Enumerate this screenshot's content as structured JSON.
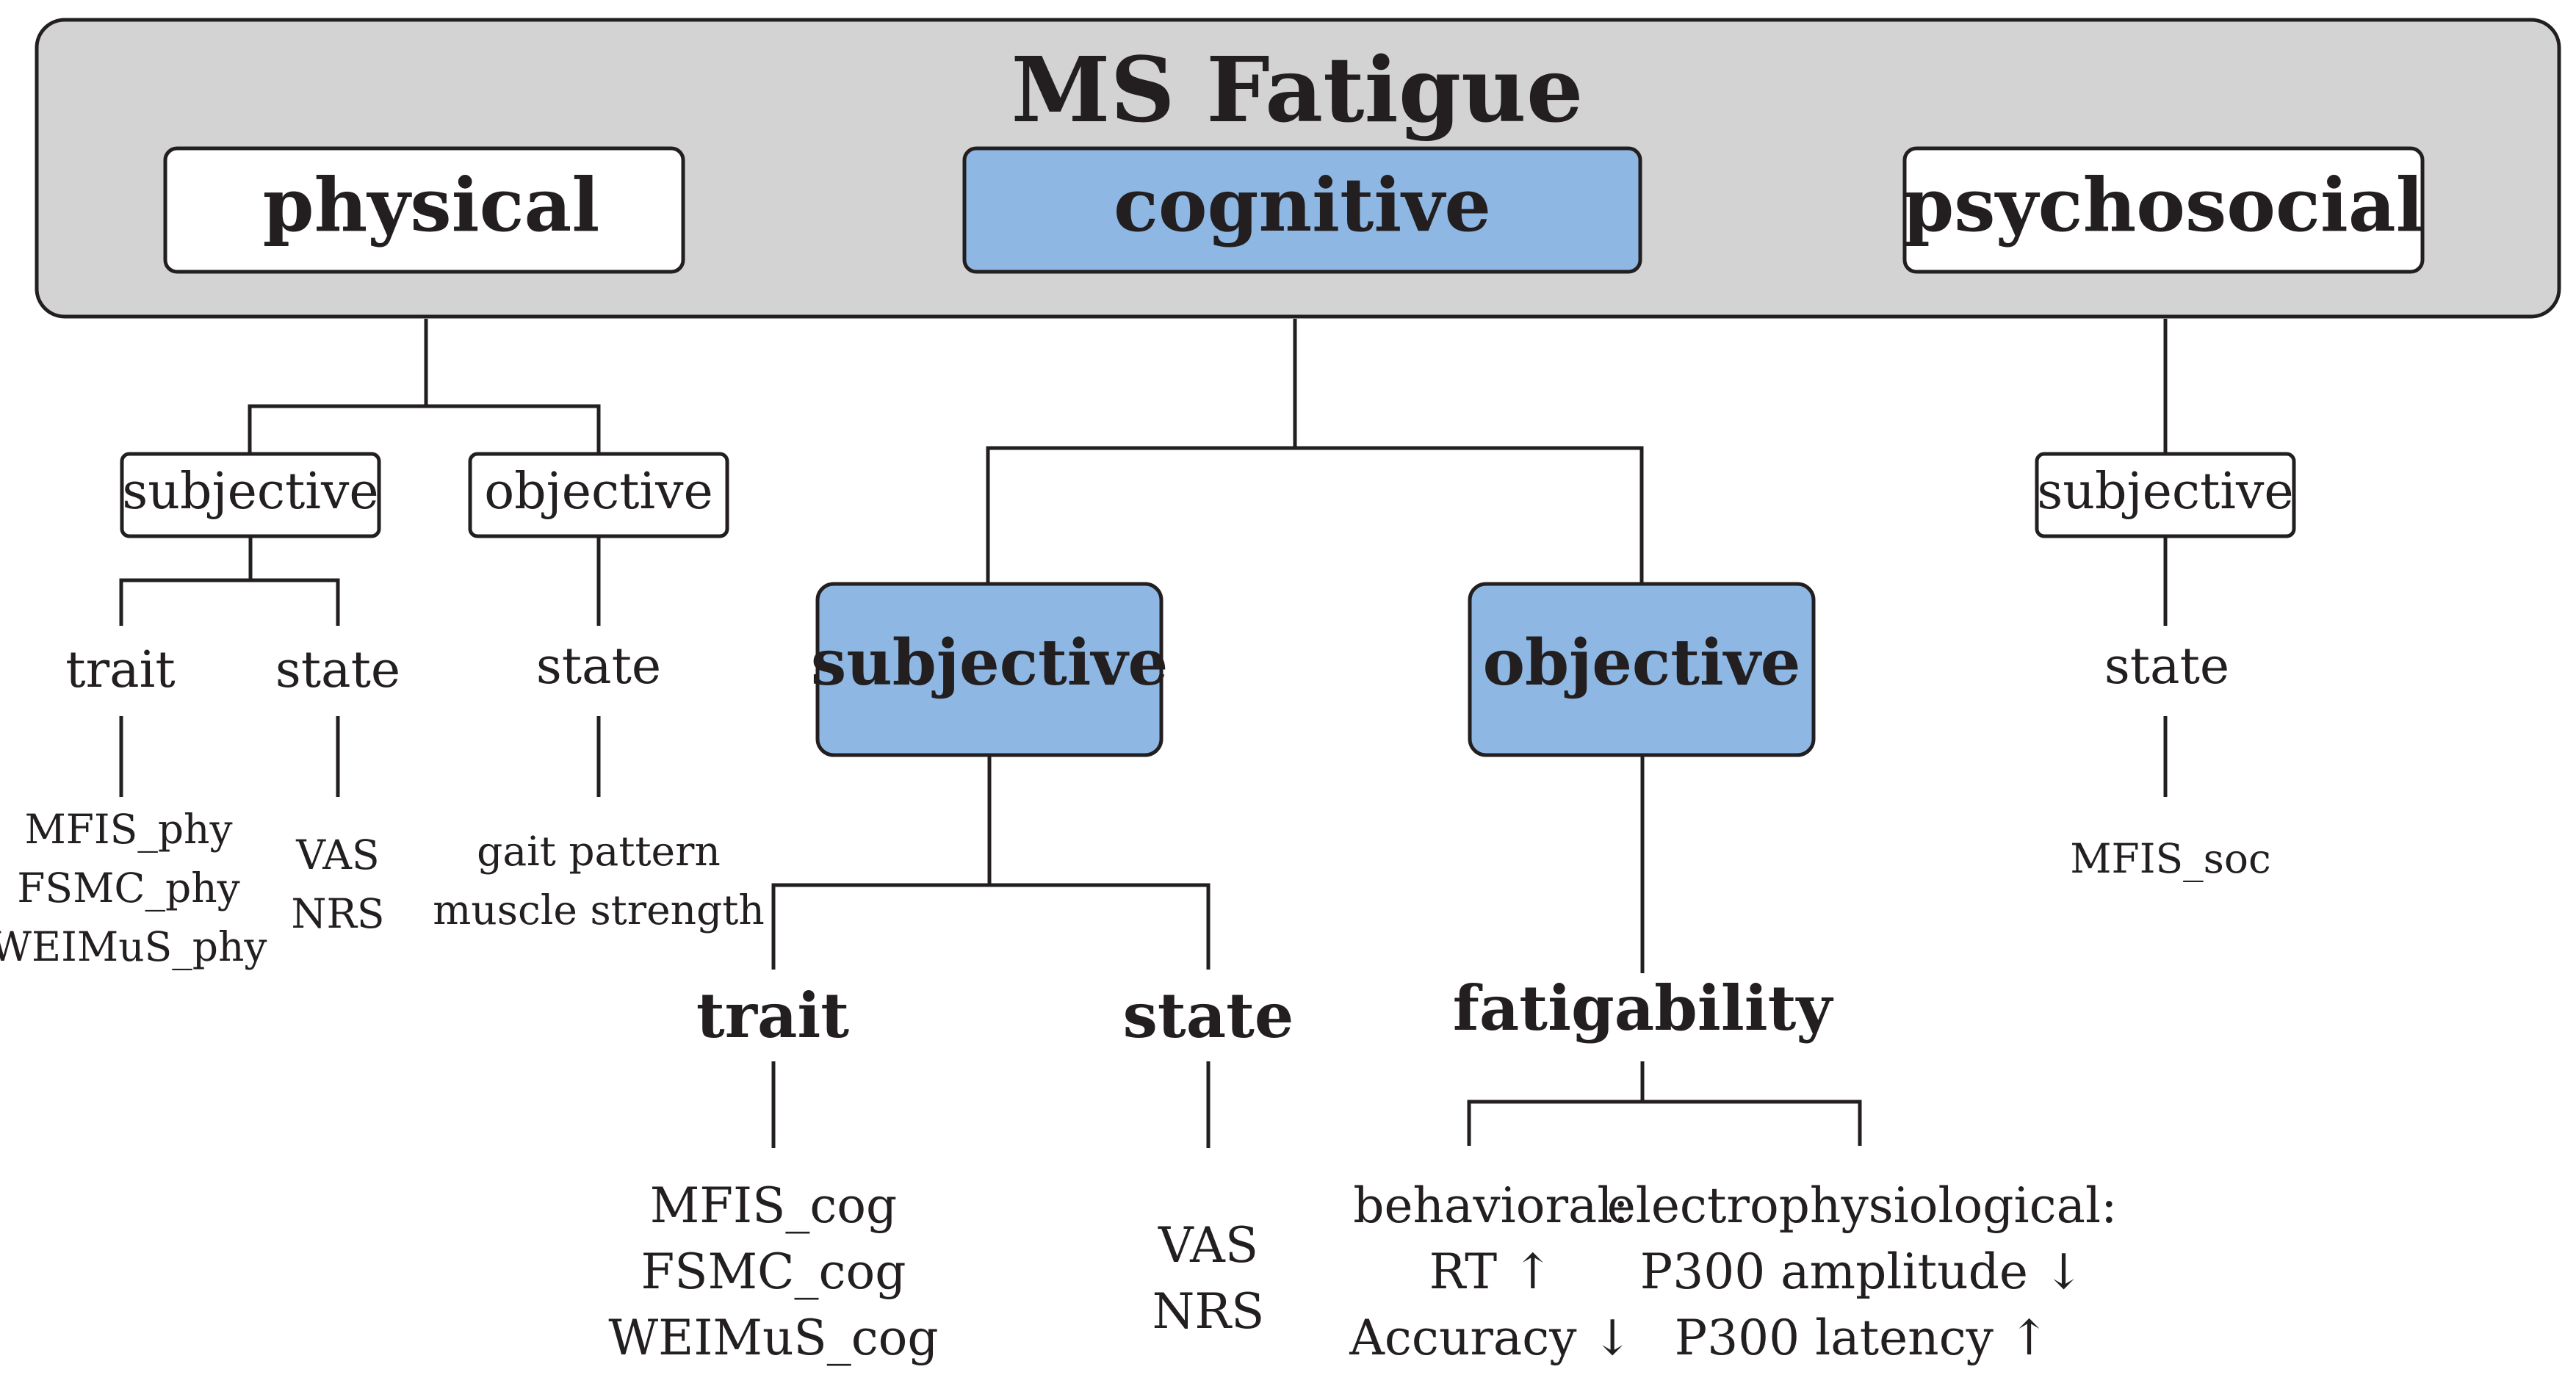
{
  "title": "MS Fatigue",
  "colors": {
    "header_fill": "#d3d3d3",
    "highlight_fill": "#8eb8e3",
    "box_fill": "#ffffff",
    "stroke": "#231f20"
  },
  "categories": {
    "physical": "physical",
    "cognitive": "cognitive",
    "psychosocial": "psychosocial"
  },
  "physical": {
    "subjective": "subjective",
    "objective": "objective",
    "trait": "trait",
    "state_subjective": "state",
    "state_objective": "state",
    "trait_instruments": [
      "MFIS_phy",
      "FSMC_phy",
      "WEIMuS_phy"
    ],
    "state_instruments": [
      "VAS",
      "NRS"
    ],
    "objective_measures": [
      "gait pattern",
      "muscle strength"
    ]
  },
  "cognitive": {
    "subjective": "subjective",
    "objective": "objective",
    "trait": "trait",
    "state": "state",
    "trait_instruments": [
      "MFIS_cog",
      "FSMC_cog",
      "WEIMuS_cog"
    ],
    "state_instruments": [
      "VAS",
      "NRS"
    ],
    "fatigability": "fatigability",
    "behavioral": [
      "behavioral:",
      "RT ↑",
      "Accuracy ↓"
    ],
    "electrophysiological": [
      "electrophysiological:",
      "P300 amplitude ↓",
      "P300 latency ↑"
    ]
  },
  "psychosocial": {
    "subjective": "subjective",
    "state": "state",
    "instruments": [
      "MFIS_soc"
    ]
  }
}
